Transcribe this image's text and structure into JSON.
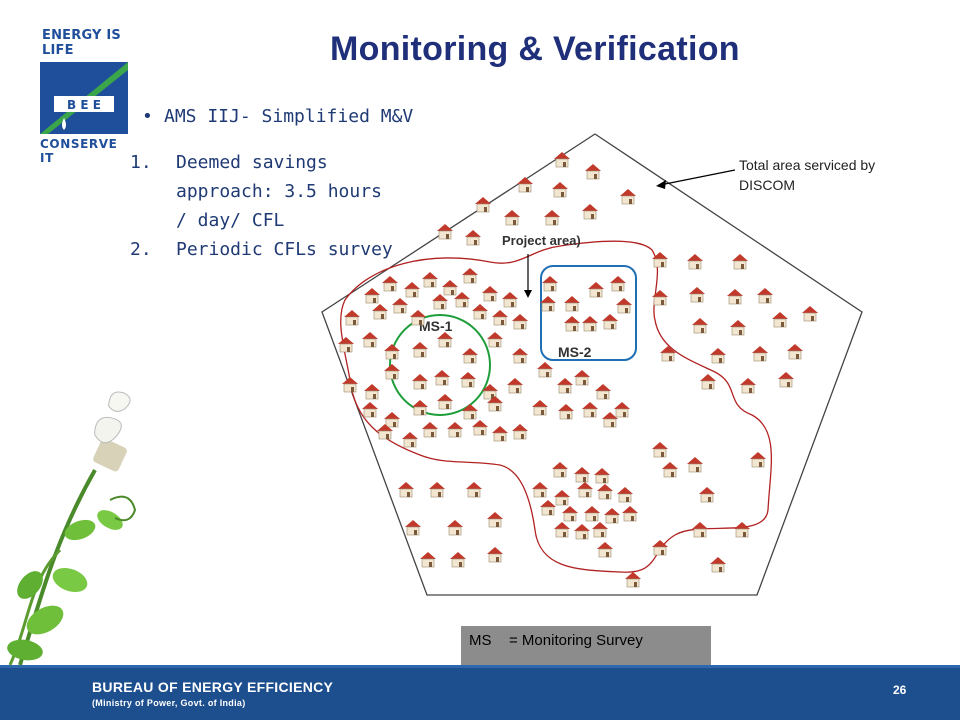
{
  "logo": {
    "top_text": "ENERGY IS LIFE",
    "box_text": "B E E",
    "bottom_text": "CONSERVE IT"
  },
  "slide": {
    "title": "Monitoring & Verification",
    "bullet": "AMS IIJ- Simplified M&V",
    "numbered": [
      {
        "num": "1.",
        "text": "Deemed savings approach: 3.5 hours / day/ CFL"
      },
      {
        "num": "2.",
        "text": "Periodic CFLs survey"
      }
    ]
  },
  "diagram": {
    "label_total_line1": "Total area serviced by",
    "label_total_line2": "DISCOM",
    "label_project": "Project area)",
    "label_ms1": "MS-1",
    "label_ms2": "MS-2",
    "colors": {
      "pentagon": "#444444",
      "project_outline": "#b22222",
      "ms1": "#1e9e3a",
      "ms2": "#1f6fb5",
      "house_roof": "#c0392b",
      "house_wall": "#f2e6d0"
    }
  },
  "legend": {
    "abbr": "MS",
    "meaning": "= Monitoring Survey"
  },
  "footer": {
    "org": "BUREAU OF ENERGY EFFICIENCY",
    "sub": "(Ministry of Power, Govt. of India)",
    "page": "26"
  }
}
